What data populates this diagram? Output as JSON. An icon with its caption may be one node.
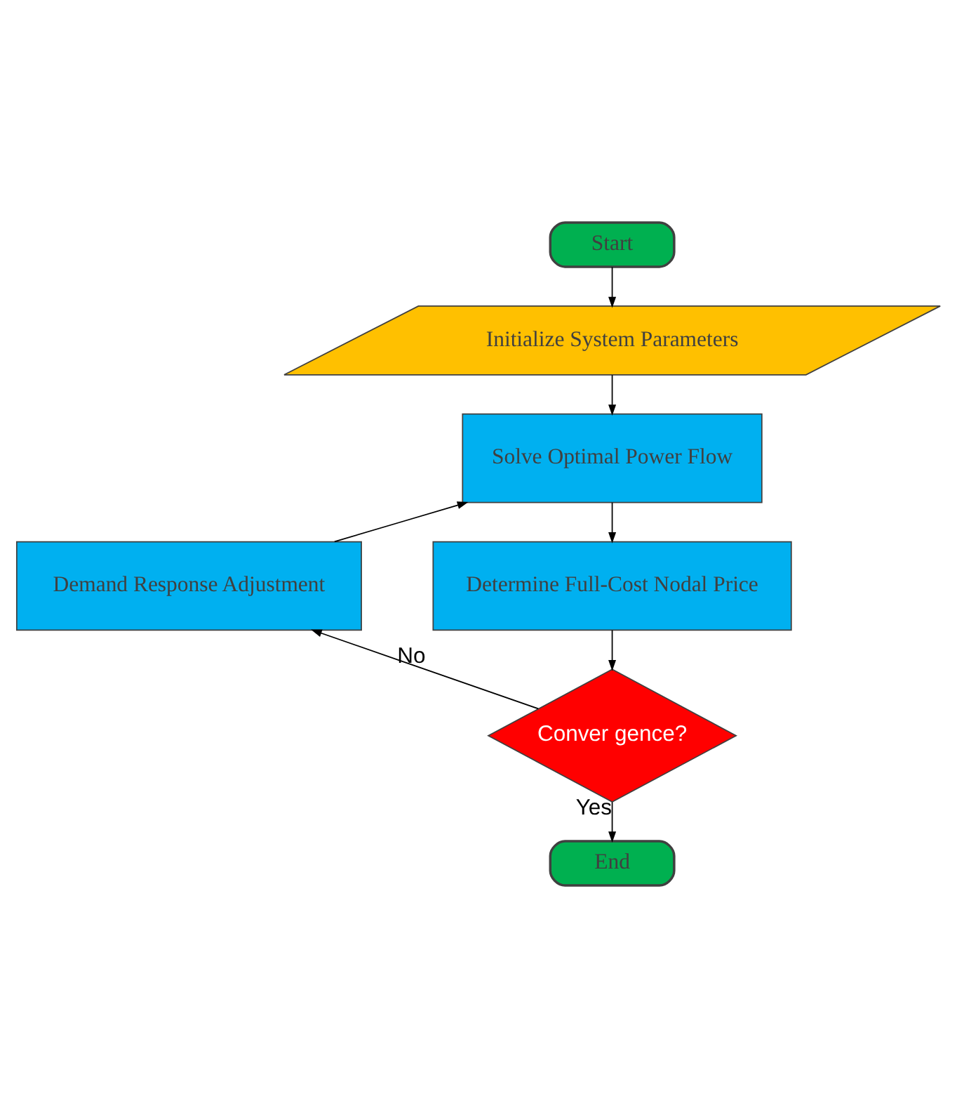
{
  "diagram": {
    "nodes": [
      {
        "text": [
          "Start"
        ]
      },
      {
        "text": [
          "Initialize System Parameters"
        ]
      },
      {
        "text": [
          "Solve Optimal Power Flow"
        ]
      },
      {
        "text": [
          "Determine Full-Cost Nodal Price"
        ]
      },
      {
        "text": [
          "Conver gence?"
        ]
      },
      {
        "text": [
          "Demand Response Adjustment"
        ]
      },
      {
        "text": [
          "End"
        ]
      }
    ],
    "edges": [
      {
        "from": 0,
        "to": 1,
        "arrow": "to"
      },
      {
        "from": 1,
        "to": 2,
        "arrow": "to"
      },
      {
        "from": 2,
        "to": 3,
        "arrow": "to"
      },
      {
        "from": 3,
        "to": 4,
        "arrow": "to"
      },
      {
        "from": 4,
        "to": 5,
        "arrow": "to",
        "label": "No"
      },
      {
        "from": 5,
        "to": 2,
        "arrow": "to"
      },
      {
        "from": 4,
        "to": 6,
        "arrow": "to",
        "label": "Yes"
      }
    ]
  }
}
